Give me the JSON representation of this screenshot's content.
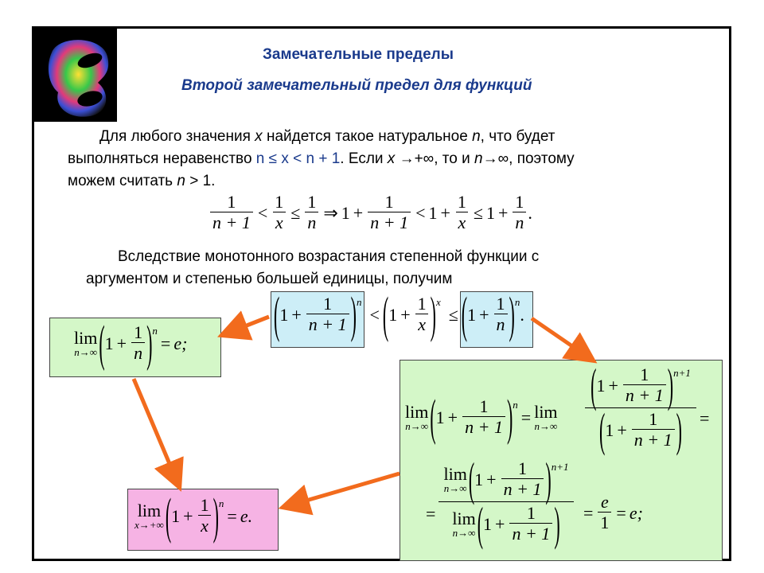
{
  "header": {
    "title": "Замечательные пределы",
    "subtitle": "Второй замечательный предел для функций"
  },
  "paragraph1": {
    "line1": "Для любого значения ",
    "x1": "x",
    "line1b": " найдется такое натуральное ",
    "n1": "n",
    "line1c": ", что будет",
    "line2a": "выполняться неравенство  ",
    "ineq": "n ≤ x < n + 1",
    "line2b": ". Если ",
    "x2": "x",
    "arrow1": " →+∞",
    "line2c": ", то и  ",
    "n2": "n",
    "arrow2": "→∞",
    "line2d": ", поэтому",
    "line3a": "можем считать ",
    "n3": "n",
    "line3b": " > 1."
  },
  "paragraph2": {
    "line1": "Вследствие монотонного возрастания степенной функции с",
    "line2": "аргументом и степенью большей единицы, получим"
  },
  "math": {
    "one": "1",
    "n_plus_1": "n + 1",
    "n1_exp": "n+1",
    "x": "x",
    "n": "n",
    "lt": "<",
    "le": "≤",
    "implies": "⇒",
    "plus": "+",
    "period": ".",
    "lim": "lim",
    "n_to_inf": "n→∞",
    "x_to_inf": "x→+∞",
    "eq": "=",
    "e": "e",
    "semicolon": ";",
    "e_semicolon": "e;",
    "e_period": "e."
  },
  "colors": {
    "title": "#1a3a8c",
    "arrow": "#f26b1d",
    "blue_box": "#cdeef7",
    "green_box": "#d4f7c8",
    "pink_box": "#f6b3e4"
  }
}
